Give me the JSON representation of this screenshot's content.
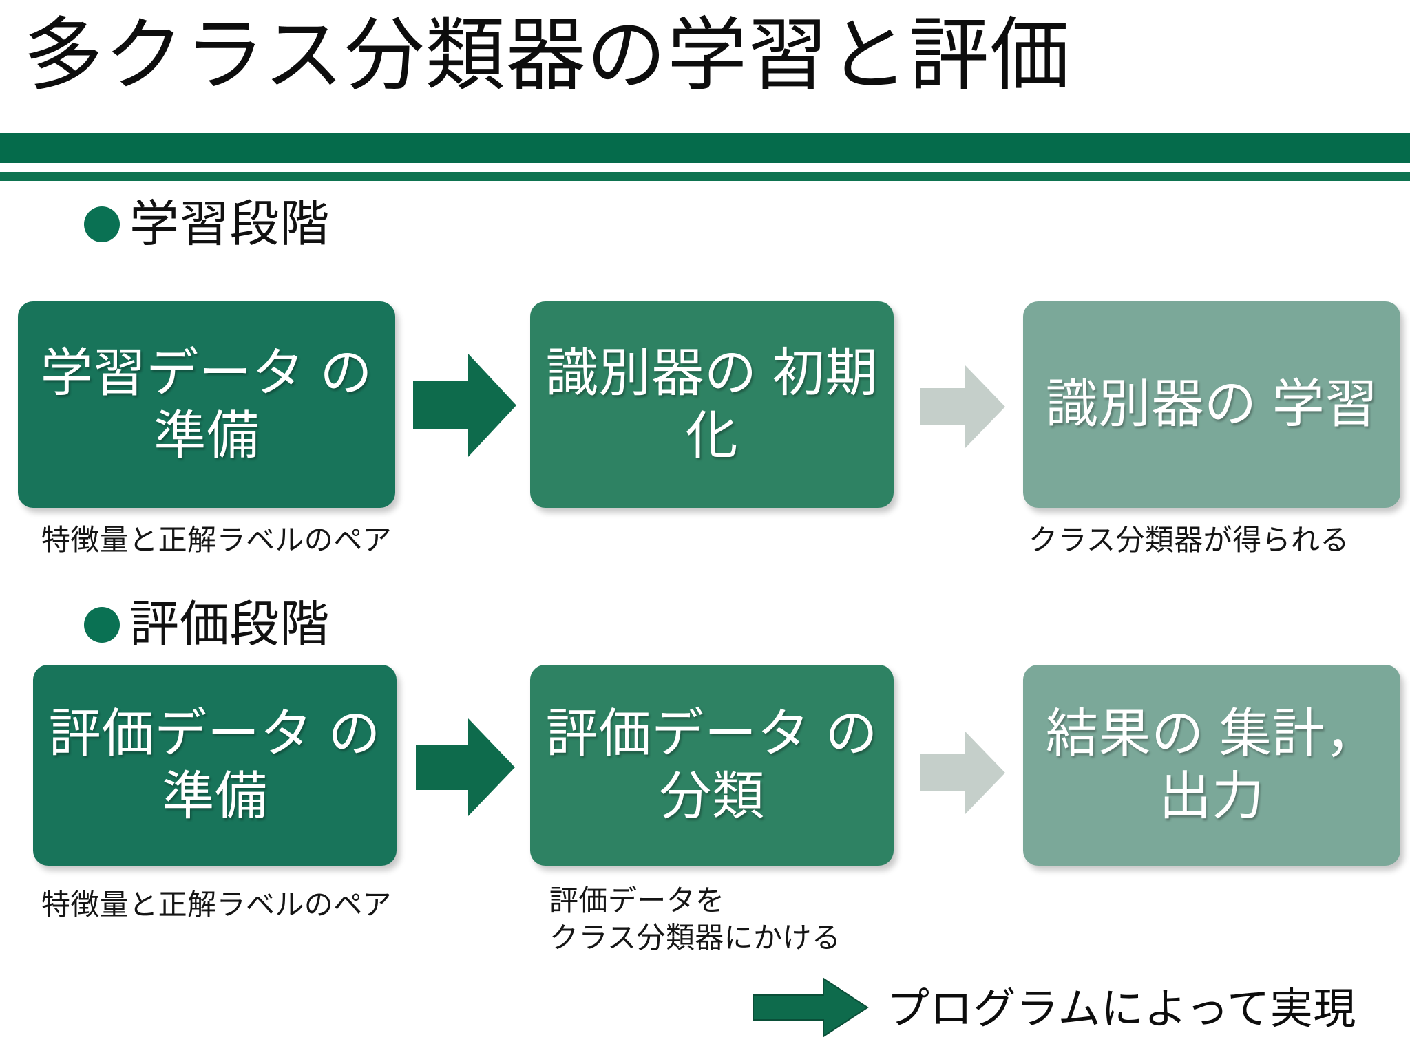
{
  "slide": {
    "title": "多クラス分類器の学習と評価",
    "colors": {
      "rule": "#056B4B",
      "bullet": "#0A7153",
      "box_dark": "#18745A",
      "box_mid": "#2E8263",
      "box_light": "#7BA899",
      "arrow_dark": "#0E6B4C",
      "arrow_light": "#C5CFCA",
      "text_on_box": "#FFFFFF",
      "text_body": "#111111"
    }
  },
  "sections": [
    {
      "id": "train",
      "bullet_icon": "filled-circle-bullet",
      "heading": "学習段階",
      "steps": [
        {
          "id": "train-data",
          "label": "学習データ\nの準備",
          "tone": "dark",
          "caption": "特徴量と正解ラベルのペア"
        },
        {
          "id": "init",
          "label": "識別器の\n初期化",
          "tone": "mid",
          "caption": ""
        },
        {
          "id": "train-clf",
          "label": "識別器の\n学習",
          "tone": "light",
          "caption": "クラス分類器が得られる"
        }
      ],
      "arrows": [
        {
          "id": "arrow-1",
          "style": "dark",
          "icon": "right-arrow-icon"
        },
        {
          "id": "arrow-2",
          "style": "light",
          "icon": "right-arrow-icon"
        }
      ]
    },
    {
      "id": "eval",
      "bullet_icon": "filled-circle-bullet",
      "heading": "評価段階",
      "steps": [
        {
          "id": "eval-data",
          "label": "評価データ\nの準備",
          "tone": "dark",
          "caption": "特徴量と正解ラベルのペア"
        },
        {
          "id": "classify",
          "label": "評価データ\nの分類",
          "tone": "mid",
          "caption": "評価データを\nクラス分類器にかける"
        },
        {
          "id": "aggregate",
          "label": "結果の\n集計，出力",
          "tone": "light",
          "caption": ""
        }
      ],
      "arrows": [
        {
          "id": "arrow-3",
          "style": "dark",
          "icon": "right-arrow-icon"
        },
        {
          "id": "arrow-4",
          "style": "light",
          "icon": "right-arrow-icon"
        }
      ]
    }
  ],
  "legend": {
    "icon": "right-arrow-icon",
    "text": "プログラムによって実現"
  }
}
